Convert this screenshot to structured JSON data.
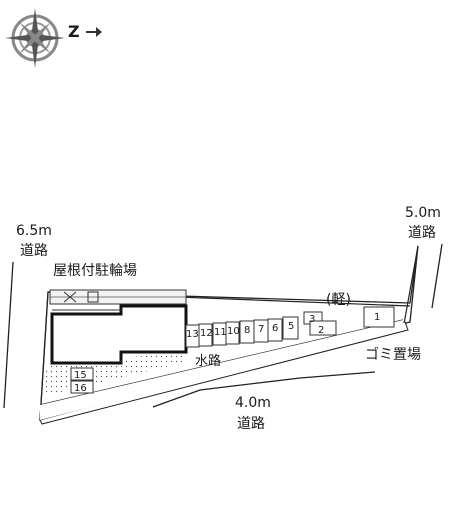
{
  "compass": {
    "north_letter": "Z",
    "icon": "compass-rose-icon"
  },
  "roads": {
    "left": {
      "width": "6.5m",
      "name": "道路"
    },
    "right": {
      "width": "5.0m",
      "name": "道路"
    },
    "bottom": {
      "width": "4.0m",
      "name": "道路"
    }
  },
  "labels": {
    "covered_parking": "屋根付駐輪場",
    "waterway": "水路",
    "garbage": "ゴミ置場",
    "kei": "(軽)"
  },
  "parking_slots": [
    "13",
    "12",
    "11",
    "10",
    "8",
    "7",
    "6",
    "5",
    "3",
    "2",
    "1"
  ],
  "bike_slots": [
    "15",
    "16"
  ]
}
